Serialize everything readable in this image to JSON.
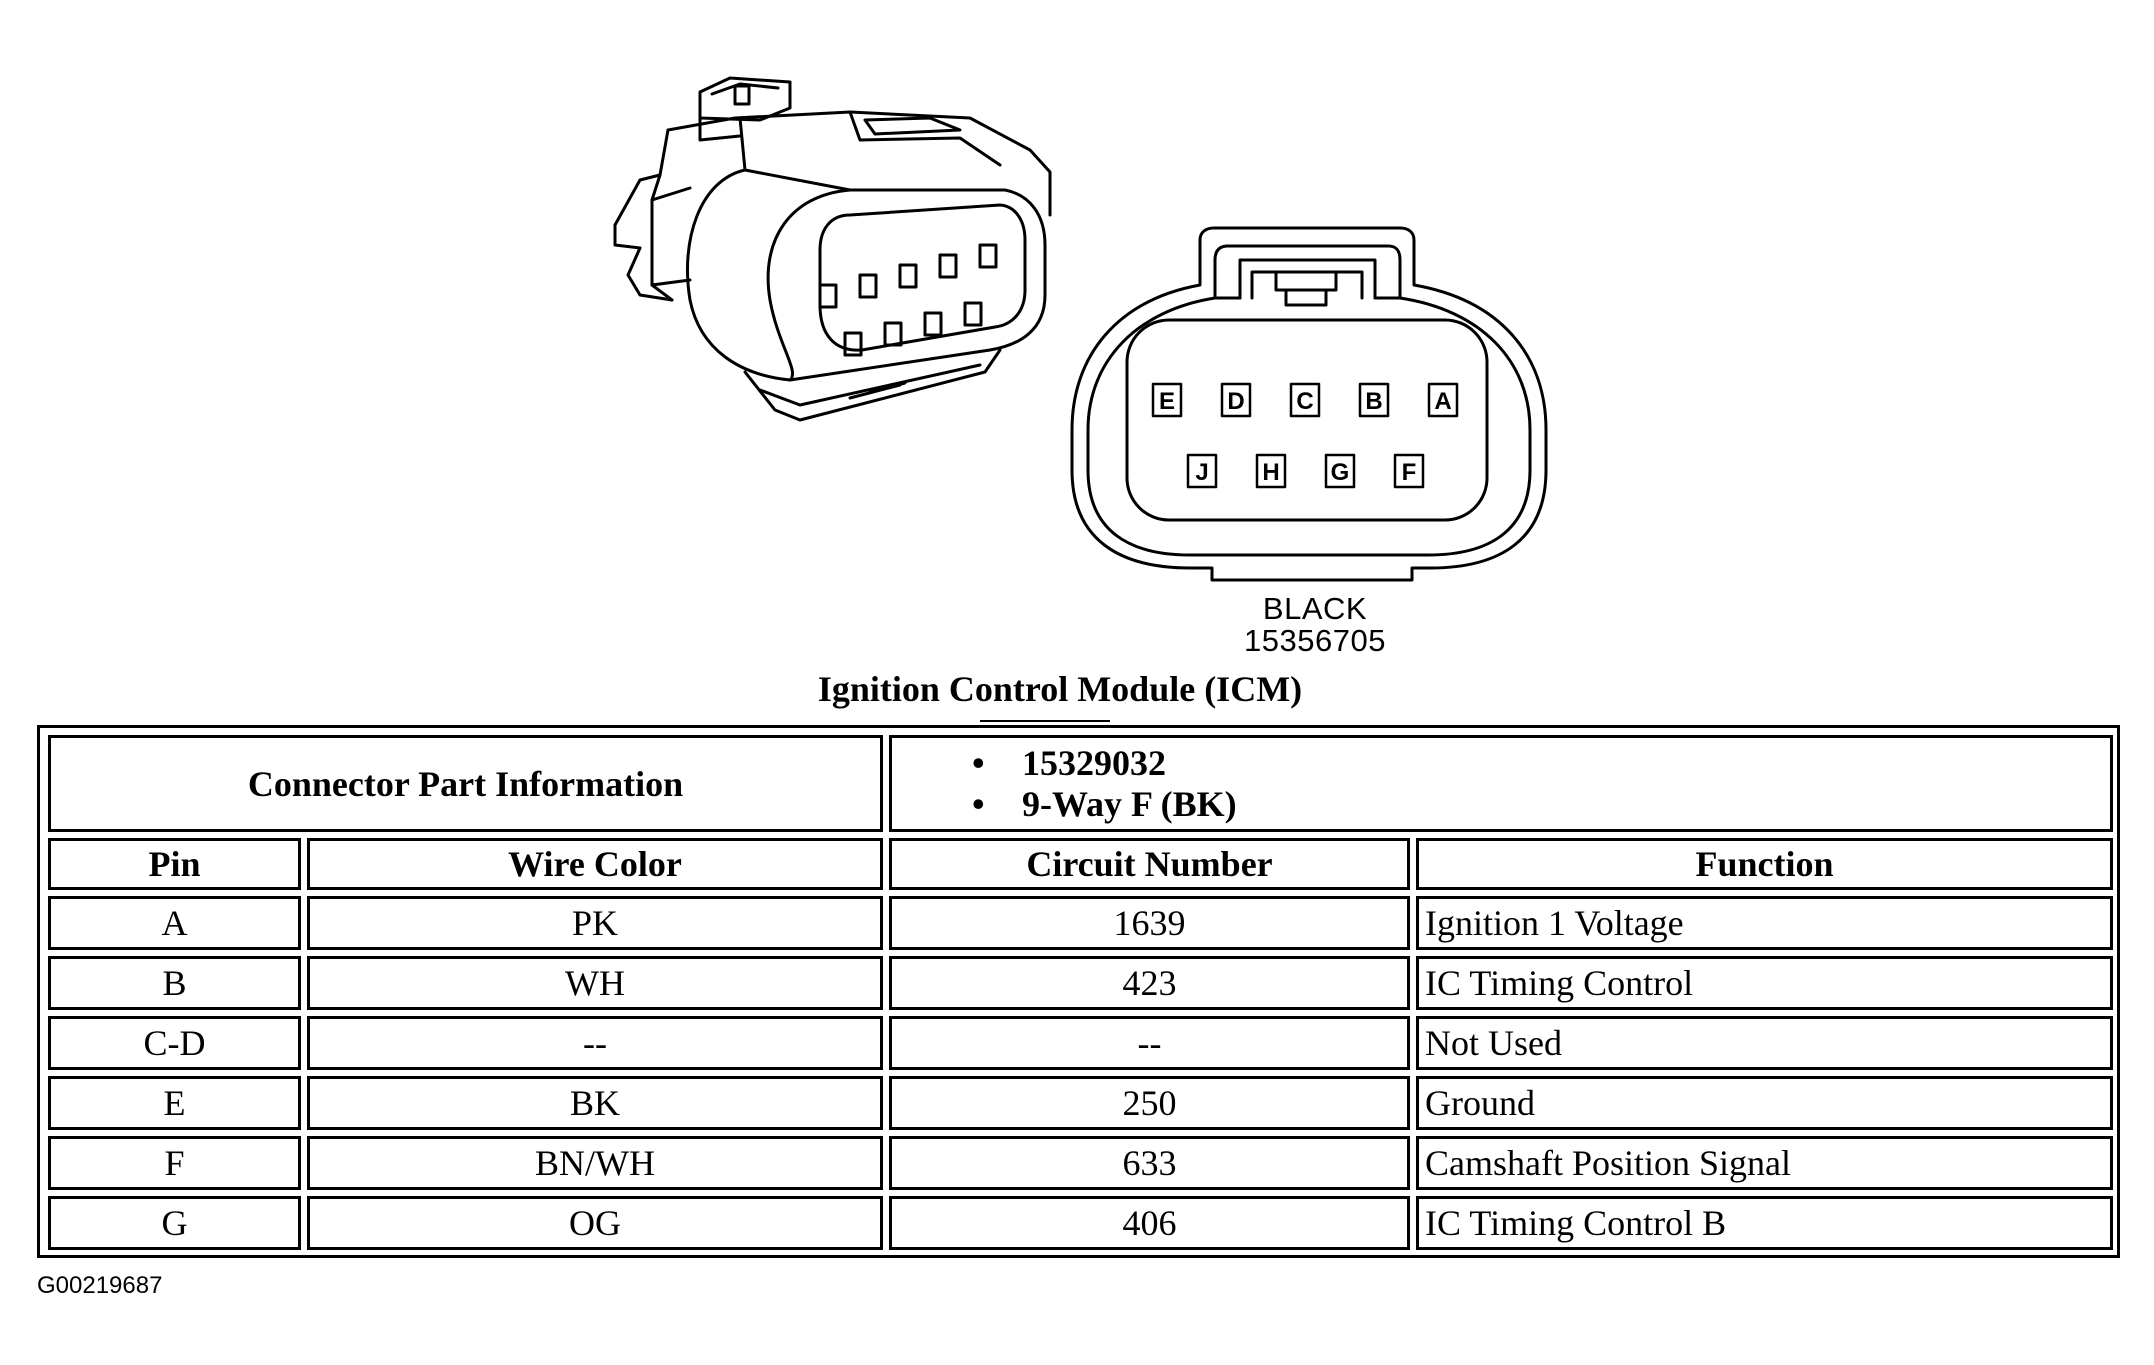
{
  "connector_face": {
    "color_label": "BLACK",
    "part_number": "15356705",
    "top_row_pins": [
      "E",
      "D",
      "C",
      "B",
      "A"
    ],
    "bottom_row_pins": [
      "J",
      "H",
      "G",
      "F"
    ]
  },
  "title": "Ignition Control Module (ICM)",
  "table": {
    "part_info_label": "Connector Part Information",
    "part_info_values": [
      "15329032",
      "9-Way F (BK)"
    ],
    "headers": {
      "pin": "Pin",
      "wire_color": "Wire Color",
      "circuit_number": "Circuit Number",
      "function": "Function"
    },
    "rows": [
      {
        "pin": "A",
        "wire_color": "PK",
        "circuit_number": "1639",
        "function": "Ignition 1 Voltage"
      },
      {
        "pin": "B",
        "wire_color": "WH",
        "circuit_number": "423",
        "function": "IC Timing Control"
      },
      {
        "pin": "C-D",
        "wire_color": "--",
        "circuit_number": "--",
        "function": "Not Used"
      },
      {
        "pin": "E",
        "wire_color": "BK",
        "circuit_number": "250",
        "function": "Ground"
      },
      {
        "pin": "F",
        "wire_color": "BN/WH",
        "circuit_number": "633",
        "function": "Camshaft Position Signal"
      },
      {
        "pin": "G",
        "wire_color": "OG",
        "circuit_number": "406",
        "function": "IC Timing Control B"
      }
    ]
  },
  "figure_id": "G00219687"
}
